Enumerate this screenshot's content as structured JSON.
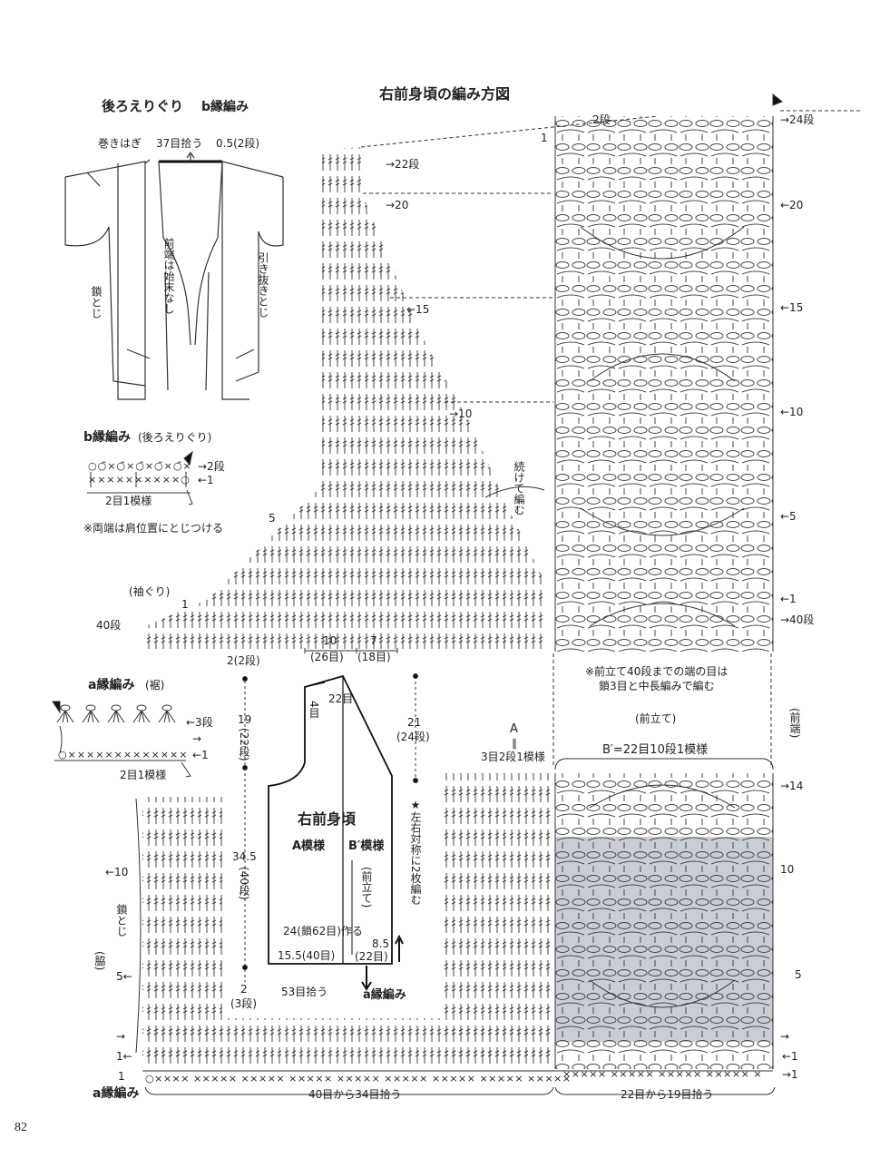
{
  "main_title": "右前身頃の編み方図",
  "back_neck": {
    "title": "後ろえりぐり",
    "title_sub": "b縁編み",
    "label_maki": "巻きはぎ",
    "label_37": "37目拾う",
    "label_05": "0.5(2段)",
    "label_maeha": "前端は始末なし",
    "label_hikinuki": "引き抜きとじ",
    "label_kusari": "鎖とじ"
  },
  "b_edge": {
    "title": "b縁編み",
    "title_sub": "(後ろえりぐり)",
    "row2": "→2段",
    "row1": "←1",
    "repeat": "2目1模様",
    "note": "※両端は肩位置にとじつける"
  },
  "a_edge": {
    "title": "a縁編み",
    "title_sub": "(裾)",
    "row3": "←3段",
    "row2": "→",
    "row1": "←1",
    "repeat": "2目1模様"
  },
  "chart": {
    "top_rows": {
      "r2": "2段",
      "r1": "1",
      "r24": "→24段",
      "r22": "→22段",
      "r20a": "→20",
      "r20b": "←20",
      "r15a": "←15",
      "r15b": "←15",
      "r10a": "→10",
      "r10b": "←10",
      "r5a": "5",
      "r5b": "←5",
      "r1a": "1",
      "r1b": "←1",
      "r40a": "40段",
      "r40b": "→40段"
    },
    "sode": "(袖ぐり)",
    "tsuzukete": "続けて編む",
    "note1": "※前立て40段までの端の目は",
    "note2": "鎖3目と中長編みで編む",
    "maetate": "(前立て)",
    "maeha": "(前端)",
    "a_label": "A",
    "a_eq": "∥",
    "a_repeat": "3目2段1模様",
    "b_repeat": "B′=22目10段1模様",
    "bottom_rows": {
      "r14": "→14",
      "r10a": "←10",
      "r10b": "10",
      "r5a": "5←",
      "r5b": "5",
      "r_arrow": "→",
      "r1a": "1←",
      "r1b": "←1",
      "r1c": "→1",
      "r1d": "1"
    },
    "waki": "(脇)",
    "kusari_toji": "鎖とじ",
    "bottom_left": "40目から34目拾う",
    "bottom_right": "22目から19目拾う",
    "a_edge_label": "a縁編み"
  },
  "schematic": {
    "w10": "10",
    "w26": "(26目)",
    "w7": "7",
    "w18": "(18目)",
    "shoulder22": "22目",
    "neck4": "4目",
    "h2": "2(2段)",
    "h19": "19",
    "h22": "(22段)",
    "h345": "34.5",
    "h40": "(40段)",
    "h2b": "2",
    "h3": "(3段)",
    "h21": "21",
    "h24": "(24段)",
    "title": "右前身頃",
    "patA": "A模様",
    "patB": "B′模様",
    "maetate": "(前立て)",
    "base": "24(鎖62目)作る",
    "b155": "15.5(40目)",
    "b85": "8.5",
    "b22": "(22目)",
    "pick53": "53目拾う",
    "a_edge": "a縁編み",
    "star": "★左右対称に2枚編む"
  },
  "page_number": "82"
}
